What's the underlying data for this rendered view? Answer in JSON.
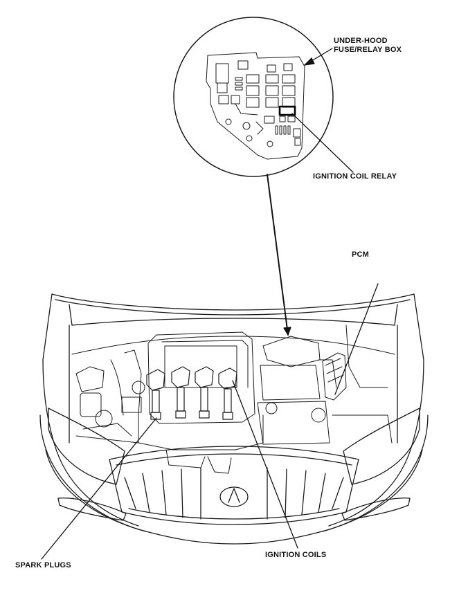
{
  "labels": {
    "fuse_box_line1": "UNDER-HOOD",
    "fuse_box_line2": "FUSE/RELAY BOX",
    "ignition_coil_relay": "IGNITION COIL RELAY",
    "pcm": "PCM",
    "spark_plugs": "SPARK PLUGS",
    "ignition_coils": "IGNITION COILS"
  },
  "colors": {
    "line": "#1a1a1a",
    "background": "#ffffff",
    "highlight_relay": "#000000"
  }
}
